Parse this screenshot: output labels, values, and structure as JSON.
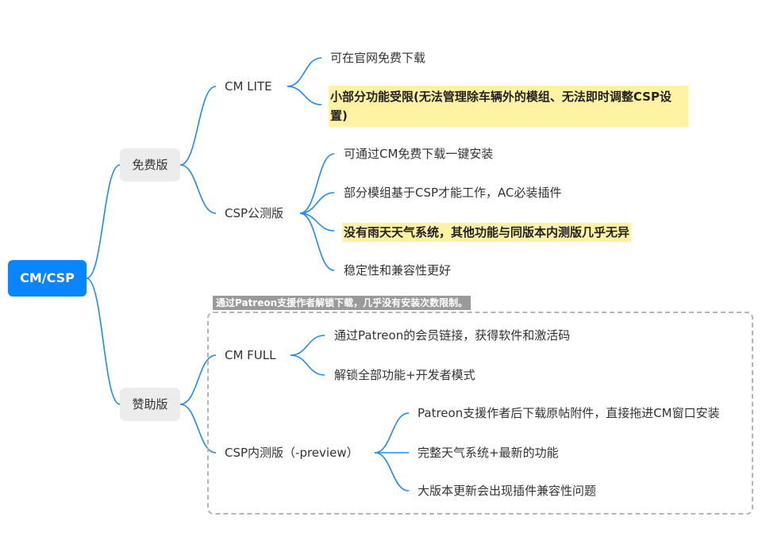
{
  "colors": {
    "accent": "#0a84ff",
    "line": "#1a8cff",
    "highlight": "#fff3a3",
    "pill": "#ececec"
  },
  "root": {
    "label": "CM/CSP"
  },
  "free": {
    "label": "免费版",
    "lite": {
      "label": "CM LITE",
      "items": [
        "可在官网免费下载",
        "小部分功能受限(无法管理除车辆外的模组、无法即时调整CSP设置)"
      ]
    },
    "csp_public": {
      "label": "CSP公测版",
      "items": [
        "可通过CM免费下载一键安装",
        "部分模组基于CSP才能工作，AC必装插件",
        "没有雨天天气系统，其他功能与同版本内测版几乎无异",
        "稳定性和兼容性更好"
      ]
    }
  },
  "sponsor": {
    "label": "赞助版",
    "boundary_label": "通过Patreon支援作者解锁下载，几乎没有安装次数限制。",
    "full": {
      "label": "CM FULL",
      "items": [
        "通过Patreon的会员链接，获得软件和激活码",
        "解锁全部功能+开发者模式"
      ]
    },
    "csp_preview": {
      "label": "CSP内测版（-preview）",
      "items": [
        "Patreon支援作者后下载原帖附件，直接拖进CM窗口安装",
        "完整天气系统+最新的功能",
        "大版本更新会出现插件兼容性问题"
      ]
    }
  }
}
